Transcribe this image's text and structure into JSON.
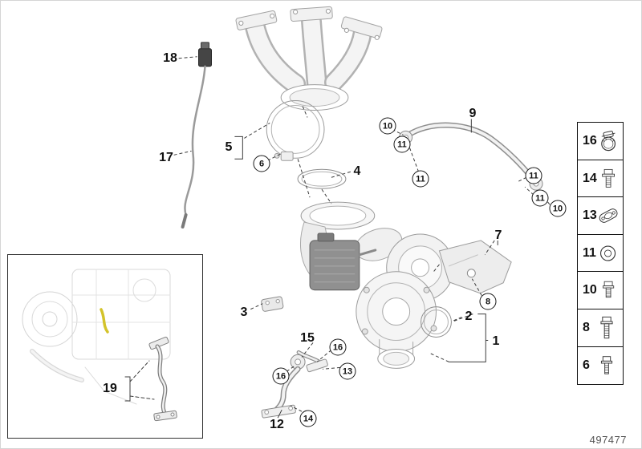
{
  "diagram_number": "497477",
  "callouts": [
    {
      "label": "18"
    },
    {
      "label": "17"
    },
    {
      "label": "5"
    },
    {
      "label": "6"
    },
    {
      "label": "4"
    },
    {
      "label": "10"
    },
    {
      "label": "11"
    },
    {
      "label": "9"
    },
    {
      "label": "11"
    },
    {
      "label": "11"
    },
    {
      "label": "11"
    },
    {
      "label": "10"
    },
    {
      "label": "7"
    },
    {
      "label": "8"
    },
    {
      "label": "3"
    },
    {
      "label": "2"
    },
    {
      "label": "1"
    },
    {
      "label": "15"
    },
    {
      "label": "16"
    },
    {
      "label": "16"
    },
    {
      "label": "13"
    },
    {
      "label": "14"
    },
    {
      "label": "12"
    },
    {
      "label": "19"
    }
  ],
  "legend": [
    {
      "number": "16",
      "icon": "hose-clamp-icon"
    },
    {
      "number": "14",
      "icon": "hex-flange-bolt-icon"
    },
    {
      "number": "13",
      "icon": "flange-gasket-icon"
    },
    {
      "number": "11",
      "icon": "washer-icon"
    },
    {
      "number": "10",
      "icon": "hex-bolt-icon"
    },
    {
      "number": "8",
      "icon": "hex-bolt-long-icon"
    },
    {
      "number": "6",
      "icon": "hex-screw-icon"
    }
  ]
}
